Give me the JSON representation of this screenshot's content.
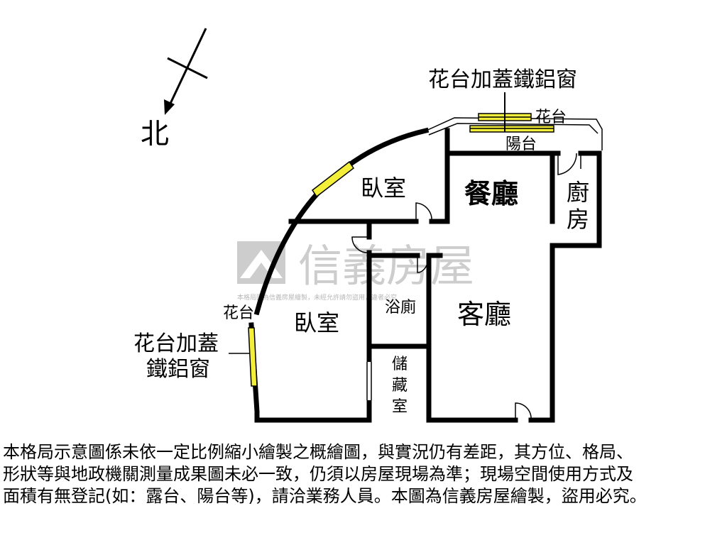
{
  "compass": {
    "label": "北"
  },
  "rooms": {
    "bedroom_top": "臥室",
    "dining": "餐廳",
    "kitchen_1": "廚",
    "kitchen_2": "房",
    "bedroom_main": "臥室",
    "bathroom": "浴廁",
    "storage_1": "儲",
    "storage_2": "藏",
    "storage_3": "室",
    "living": "客廳"
  },
  "labels": {
    "window_top": "花台加蓋鐵鋁窗",
    "planter_top": "花台",
    "balcony": "陽台",
    "planter_left": "花台",
    "window_left_1": "花台加蓋",
    "window_left_2": "鐵鋁窗"
  },
  "watermark": {
    "brand": "信義房屋",
    "notice": "本格局圖為信義房屋繪製，未經允許請勿盜用，違者必究"
  },
  "disclaimer": {
    "line1": "本格局示意圖係未依一定比例縮小繪製之概繪圖，與實況仍有差距，其方位、格局、",
    "line2": "形狀等與地政機關測量成果圖未必一致，仍須以房屋現場為準；現場空間使用方式及",
    "line3": "面積有無登記(如：露台、陽台等)，請洽業務人員。本圖為信義房屋繪製，盜用必究。"
  },
  "colors": {
    "wall": "#000000",
    "window": "#f2ee3a",
    "watermark": "#c8c8c8"
  }
}
